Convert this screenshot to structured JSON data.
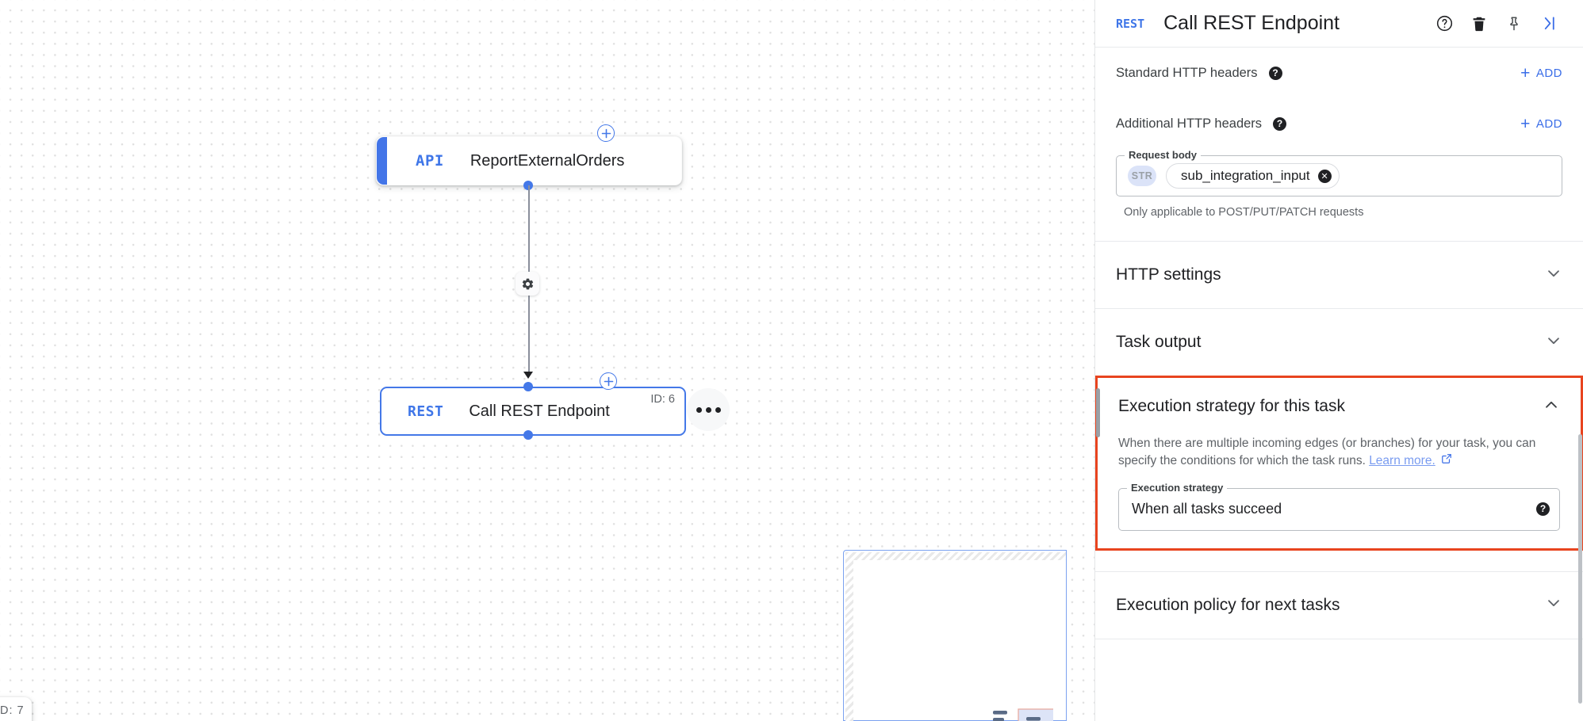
{
  "canvas": {
    "nodes": [
      {
        "type_label": "API",
        "title": "ReportExternalOrders",
        "id_label": ""
      },
      {
        "type_label": "REST",
        "title": "Call REST Endpoint",
        "id_label": "ID: 6"
      }
    ],
    "partial_node_id_label": "D: 7",
    "edge_settings_icon": "gear-icon",
    "overflow_icon": "more-horizontal-icon",
    "add_icon": "plus-circle-icon"
  },
  "panel": {
    "header": {
      "type_label": "REST",
      "title": "Call REST Endpoint",
      "help_icon": "help-circle-icon",
      "delete_icon": "trash-icon",
      "pin_icon": "pin-icon",
      "collapse_icon": "collapse-right-icon"
    },
    "standard_headers": {
      "label": "Standard HTTP headers",
      "help_icon": "help-filled-icon",
      "add_label": "ADD",
      "add_plus": "+"
    },
    "additional_headers": {
      "label": "Additional HTTP headers",
      "help_icon": "help-filled-icon",
      "add_label": "ADD",
      "add_plus": "+"
    },
    "request_body": {
      "legend": "Request body",
      "badge": "STR",
      "chip_value": "sub_integration_input",
      "chip_clear_icon": "clear-circle-icon",
      "helper_text": "Only applicable to POST/PUT/PATCH requests"
    },
    "sections": [
      {
        "title": "HTTP settings",
        "chevron": "chevron-down-icon"
      },
      {
        "title": "Task output",
        "chevron": "chevron-down-icon"
      }
    ],
    "execution_strategy": {
      "title": "Execution strategy for this task",
      "chevron": "chevron-up-icon",
      "description_part1": "When there are multiple incoming edges (or branches) for your task, you can specify the conditions for which the task runs. ",
      "link_text": "Learn more.",
      "link_icon": "open-in-new-icon",
      "field_legend": "Execution strategy",
      "field_value": "When all tasks succeed",
      "dropdown_icon": "caret-down-icon",
      "field_help_icon": "help-filled-icon"
    },
    "next_tasks_section": {
      "title": "Execution policy for next tasks",
      "chevron": "chevron-down-icon"
    }
  },
  "colors": {
    "accent_blue": "#4478e8",
    "link_blue": "#3b6ee8",
    "highlight_red": "#e8441f",
    "text_primary": "#202124",
    "text_secondary": "#5f6368"
  }
}
